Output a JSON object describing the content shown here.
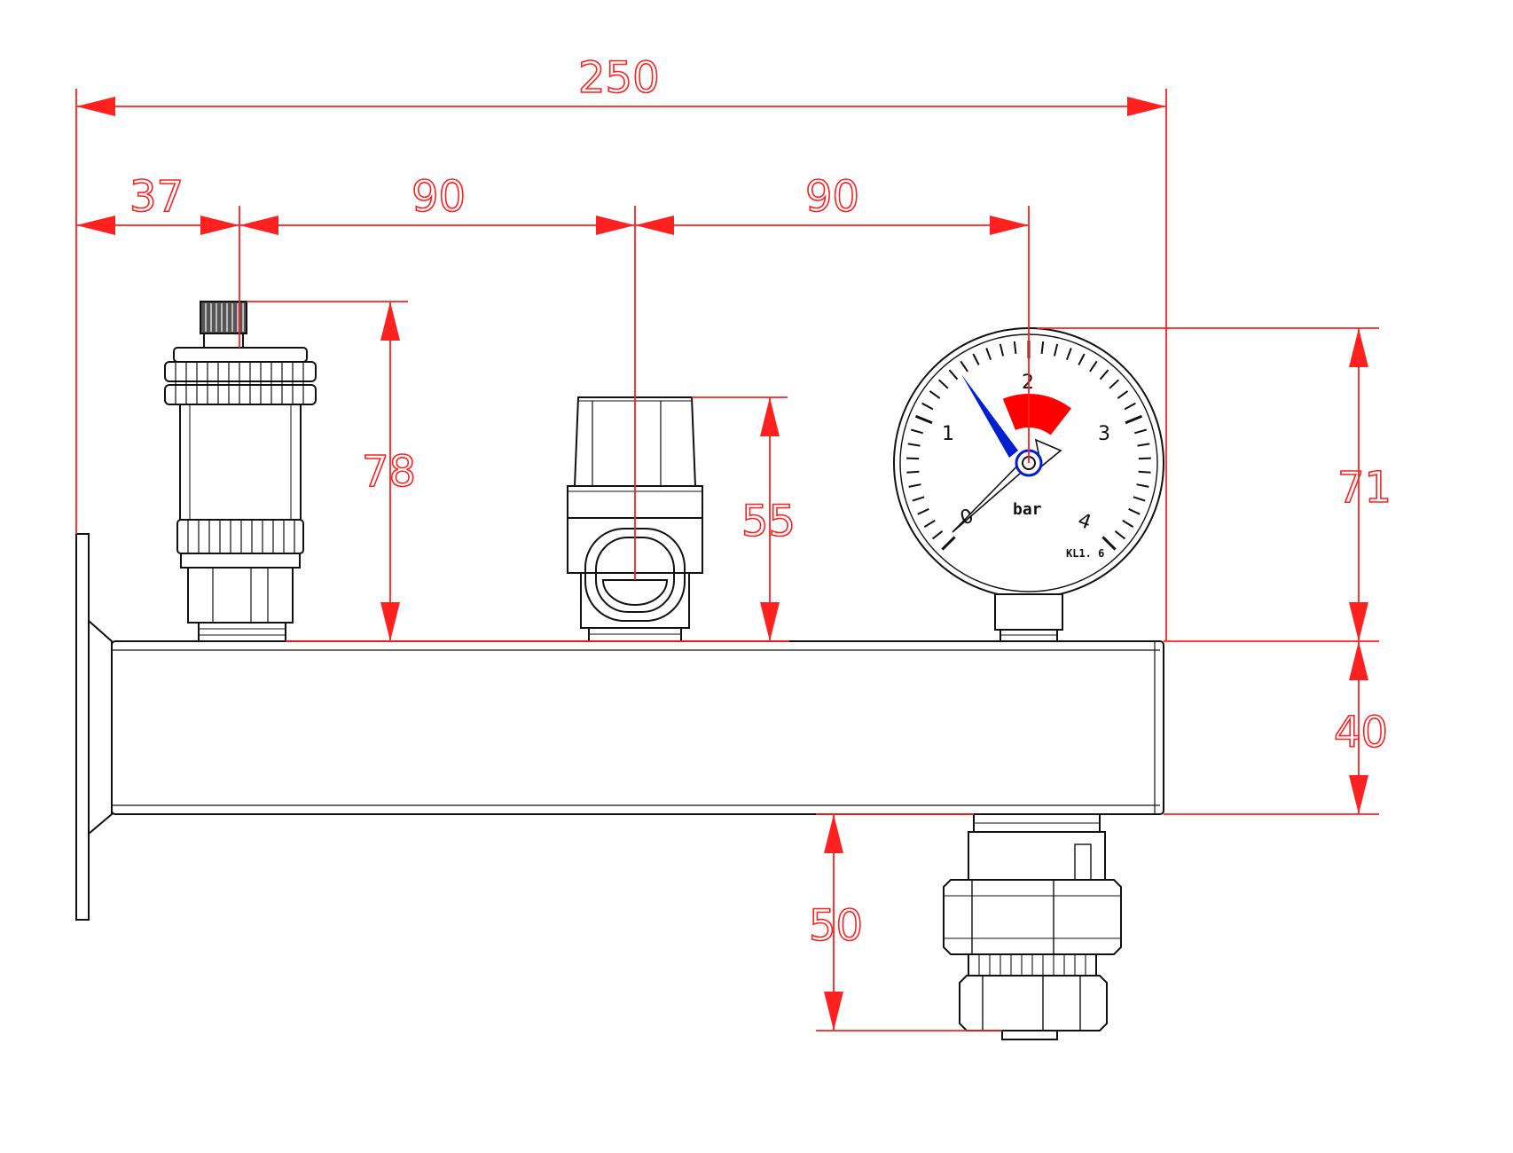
{
  "colors": {
    "dimension": "#ff2020",
    "outline": "#111111",
    "gauge_band": "#ff0000",
    "pointer": "#0020d0",
    "background": "#ffffff"
  },
  "dimensions": {
    "overall_width": "250",
    "flange_to_air_vent": "37",
    "air_vent_to_safety_valve": "90",
    "safety_valve_to_gauge": "90",
    "air_vent_height": "78",
    "safety_valve_height": "55",
    "gauge_height": "71",
    "header_height": "40",
    "bottom_connection_length": "50"
  },
  "gauge": {
    "scale_labels": [
      "0",
      "1",
      "2",
      "3",
      "4"
    ],
    "unit": "bar",
    "accuracy_class": "KL1. 6"
  },
  "icons": {
    "air_vent": "automatic-air-vent-icon",
    "safety_valve": "safety-valve-icon",
    "gauge": "pressure-gauge-icon",
    "union": "union-connector-icon"
  }
}
